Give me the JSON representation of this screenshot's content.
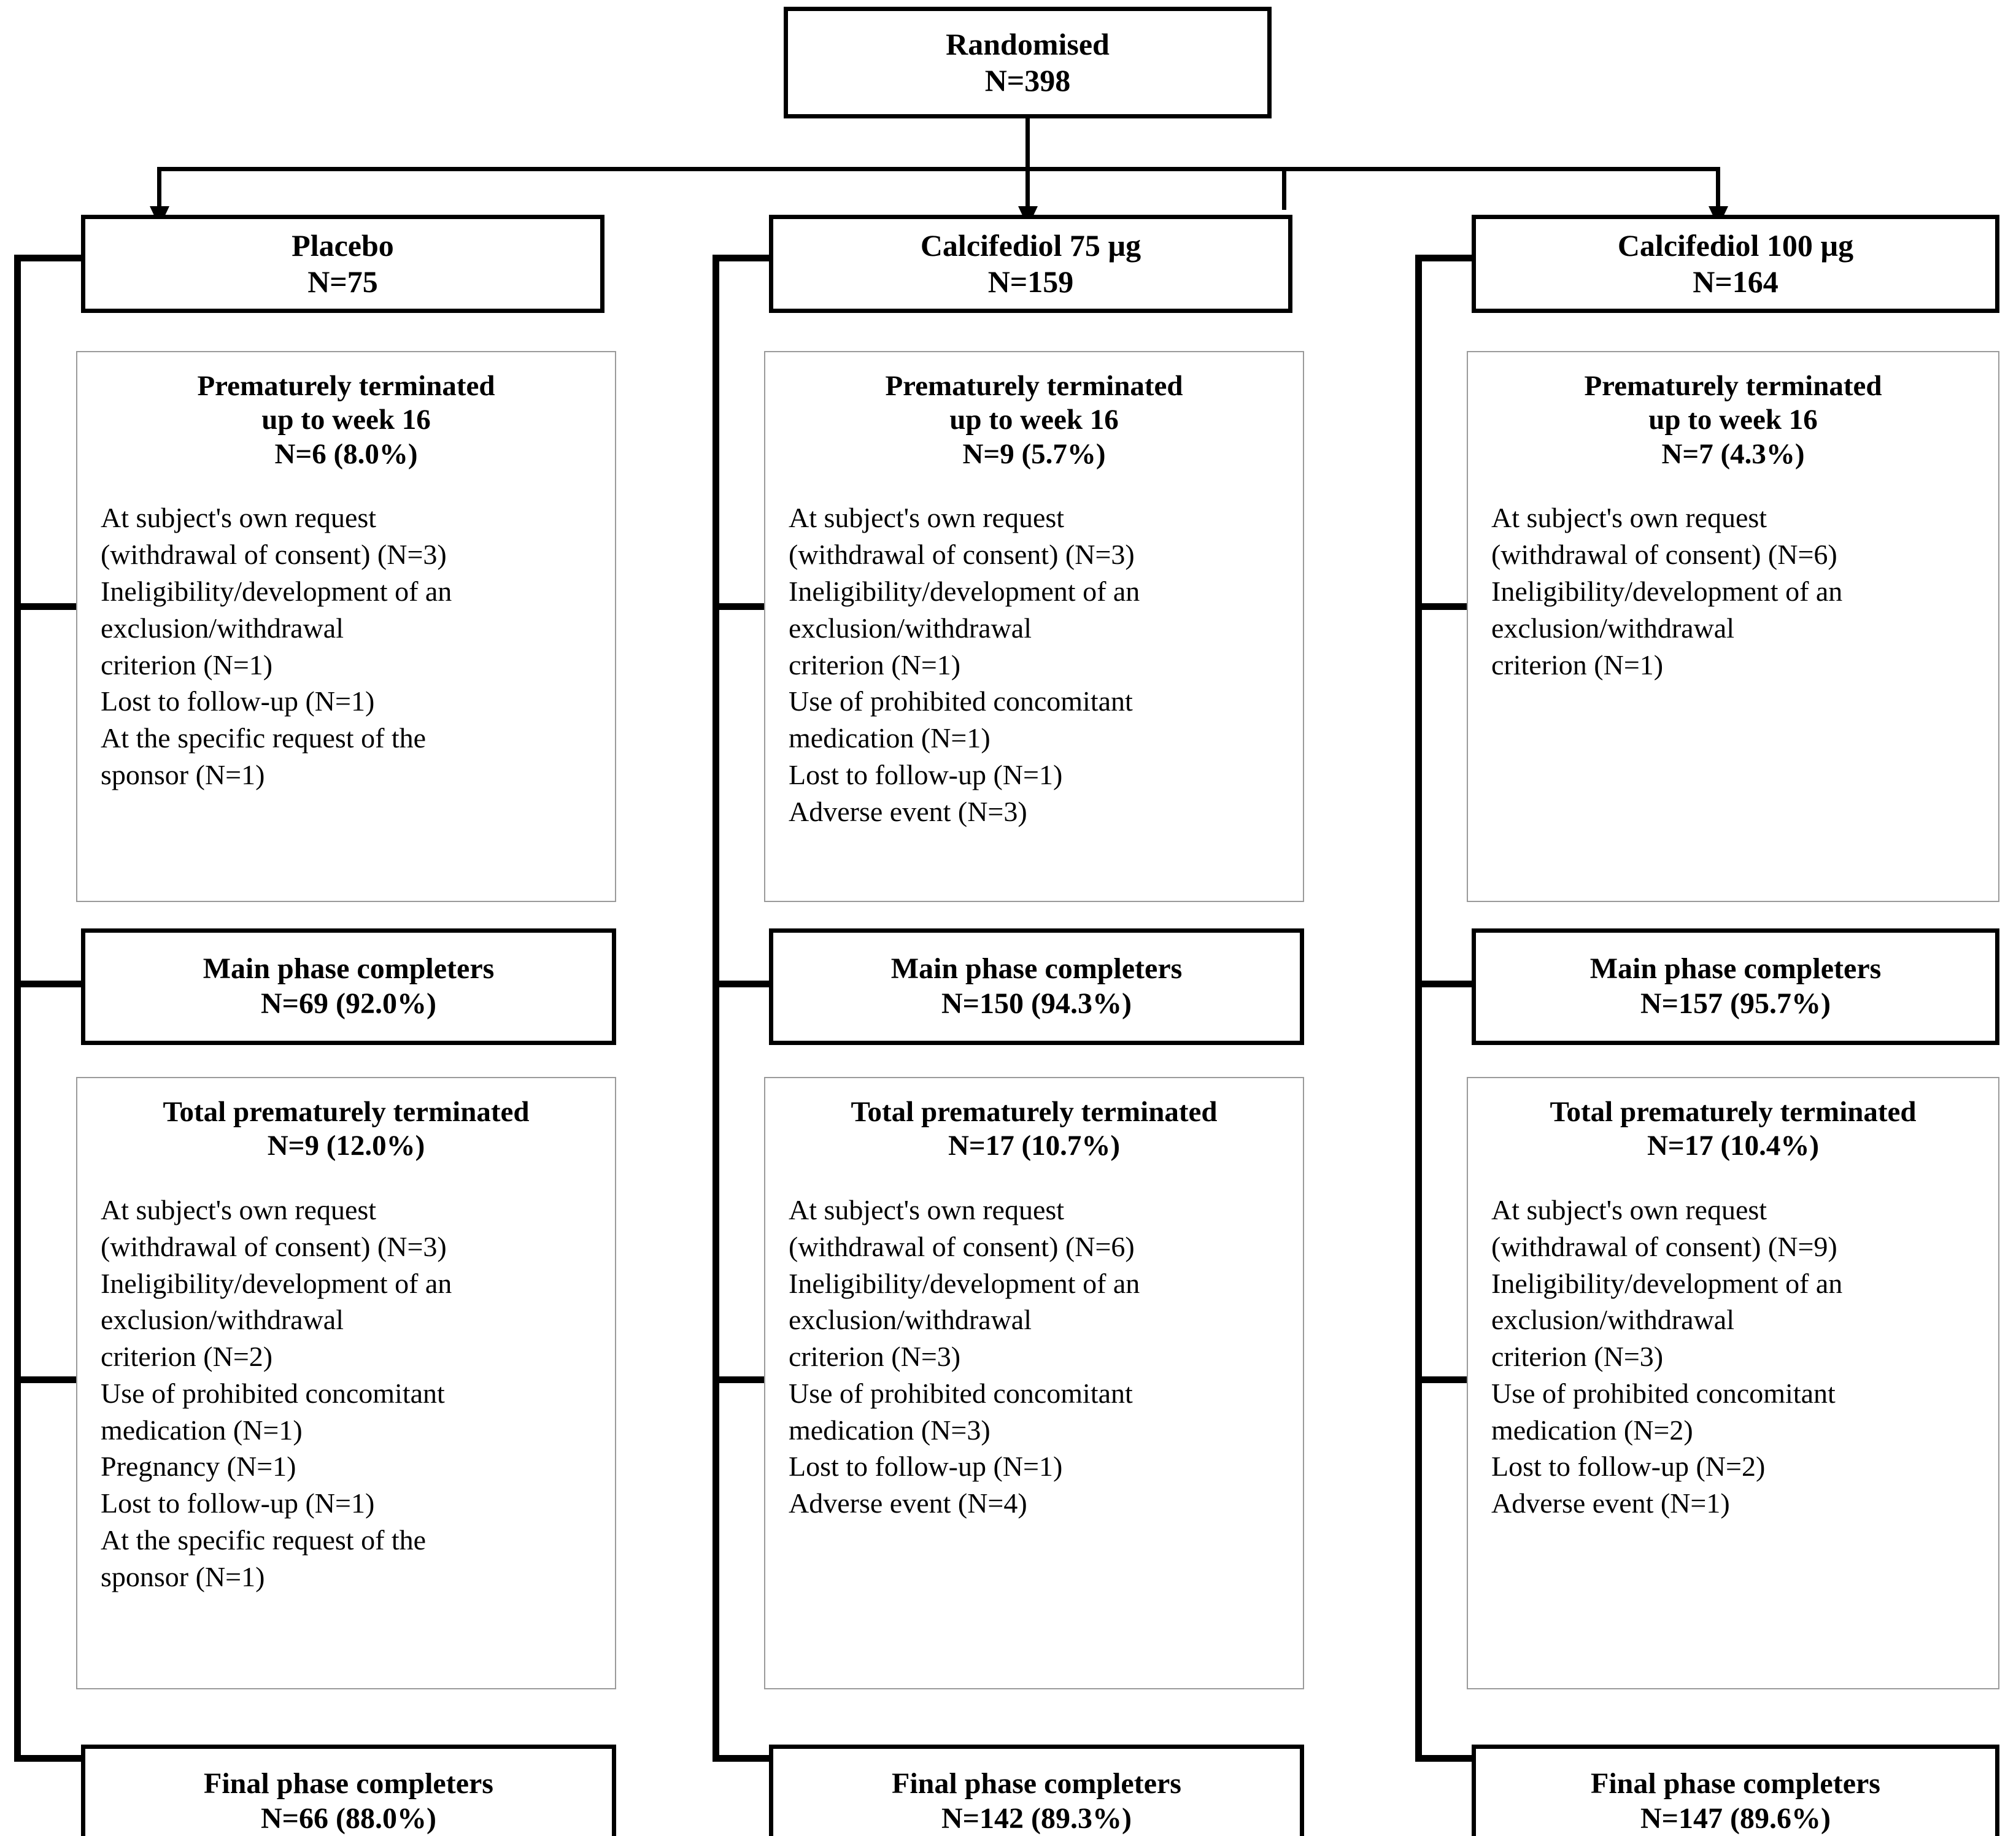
{
  "diagram": {
    "type": "consort-flow-diagram",
    "root": {
      "title": "Randomised",
      "count": "N=398"
    },
    "arms": [
      {
        "id": "placebo",
        "header": {
          "title": "Placebo",
          "count": "N=75"
        },
        "early_termination": {
          "title": "Prematurely terminated\nup to week 16",
          "count": "N=6 (8.0%)",
          "reasons": [
            "At subject's own request\n(withdrawal of consent) (N=3)",
            "Ineligibility/development of an\nexclusion/withdrawal\ncriterion (N=1)",
            "Lost to follow-up (N=1)",
            "At the specific request of the\nsponsor (N=1)"
          ]
        },
        "main_phase_completers": {
          "title": "Main phase completers",
          "count": "N=69 (92.0%)"
        },
        "total_termination": {
          "title": "Total prematurely terminated",
          "count": "N=9 (12.0%)",
          "reasons": [
            "At subject's own request\n(withdrawal of consent) (N=3)",
            "Ineligibility/development of an\nexclusion/withdrawal\ncriterion (N=2)",
            "Use of prohibited concomitant\nmedication (N=1)",
            "Pregnancy (N=1)",
            "Lost to follow-up (N=1)",
            "At the specific request of the\nsponsor (N=1)"
          ]
        },
        "final_phase_completers": {
          "title": "Final phase completers",
          "count": "N=66 (88.0%)"
        }
      },
      {
        "id": "calcifediol-75",
        "header": {
          "title": "Calcifediol 75 µg",
          "count": "N=159"
        },
        "early_termination": {
          "title": "Prematurely terminated\nup to week 16",
          "count": "N=9 (5.7%)",
          "reasons": [
            "At subject's own request\n(withdrawal of consent) (N=3)",
            "Ineligibility/development of an\nexclusion/withdrawal\ncriterion (N=1)",
            "Use of prohibited concomitant\nmedication (N=1)",
            "Lost to follow-up (N=1)",
            "Adverse event (N=3)"
          ]
        },
        "main_phase_completers": {
          "title": "Main phase completers",
          "count": "N=150 (94.3%)"
        },
        "total_termination": {
          "title": "Total prematurely terminated",
          "count": "N=17 (10.7%)",
          "reasons": [
            "At subject's own request\n(withdrawal of consent) (N=6)",
            "Ineligibility/development of an\nexclusion/withdrawal\ncriterion (N=3)",
            "Use of prohibited concomitant\nmedication (N=3)",
            "Lost to follow-up (N=1)",
            "Adverse event (N=4)"
          ]
        },
        "final_phase_completers": {
          "title": "Final phase completers",
          "count": "N=142 (89.3%)"
        }
      },
      {
        "id": "calcifediol-100",
        "header": {
          "title": "Calcifediol 100 µg",
          "count": "N=164"
        },
        "early_termination": {
          "title": "Prematurely terminated\nup to week 16",
          "count": "N=7 (4.3%)",
          "reasons": [
            "At subject's own request\n(withdrawal of consent) (N=6)",
            "Ineligibility/development of an\nexclusion/withdrawal\ncriterion (N=1)"
          ]
        },
        "main_phase_completers": {
          "title": "Main phase completers",
          "count": "N=157 (95.7%)"
        },
        "total_termination": {
          "title": "Total prematurely terminated",
          "count": "N=17 (10.4%)",
          "reasons": [
            "At subject's own request\n(withdrawal of consent) (N=9)",
            "Ineligibility/development of an\nexclusion/withdrawal\ncriterion (N=3)",
            "Use of prohibited concomitant\nmedication (N=2)",
            "Lost to follow-up (N=2)",
            "Adverse event (N=1)"
          ]
        },
        "final_phase_completers": {
          "title": "Final phase completers",
          "count": "N=147 (89.6%)"
        }
      }
    ],
    "colors": {
      "line": "#000000",
      "thin_border": "#9a9a9a",
      "background": "#ffffff",
      "text": "#000000"
    }
  }
}
